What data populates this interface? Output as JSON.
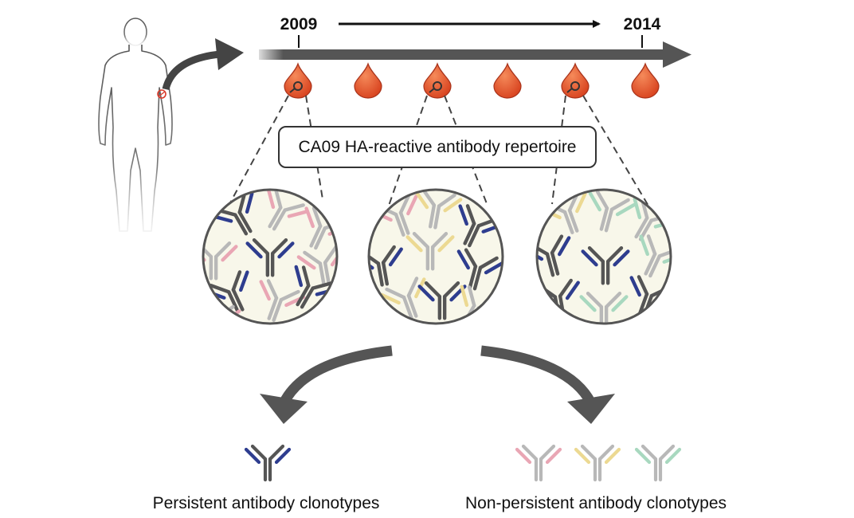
{
  "timeline": {
    "start_year": "2009",
    "end_year": "2014",
    "blood_draws": 6
  },
  "repertoire_box": {
    "label": "CA09 HA-reactive antibody repertoire"
  },
  "outcomes": {
    "persistent_label": "Persistent antibody clonotypes",
    "non_persistent_label": "Non-persistent antibody clonotypes"
  },
  "colors": {
    "persistent": "#2e3d8f",
    "pink": "#e9a6b4",
    "yellow": "#ecd992",
    "green": "#a8d8bf",
    "grey": "#b8b8b8",
    "dark_grey": "#555555",
    "blood": "#e0502a",
    "lens_bg": "#f8f7ea"
  },
  "icons": [
    "human-silhouette-icon",
    "blood-drop-icon",
    "magnifier-lens-icon",
    "antibody-icon",
    "curved-arrow-icon"
  ]
}
